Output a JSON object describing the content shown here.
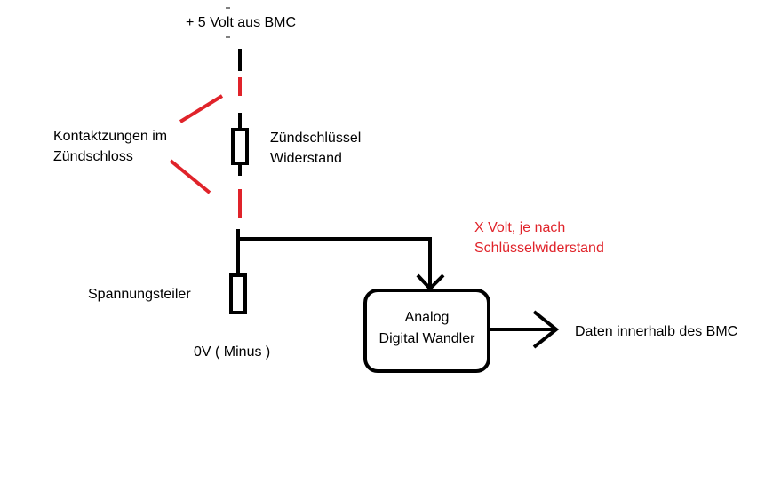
{
  "labels": {
    "supply": "+ 5 Volt aus  BMC",
    "contacts_line1": "Kontaktzungen im",
    "contacts_line2": "Zündschloss",
    "key_resistor_line1": "Zündschlüssel",
    "key_resistor_line2": "Widerstand",
    "voltage_line1": "X Volt, je nach",
    "voltage_line2": "Schlüsselwiderstand",
    "divider": "Spannungsteiler",
    "ground": "0V ( Minus )",
    "adc_line1": "Analog",
    "adc_line2": "Digital Wandler",
    "output": "Daten innerhalb des BMC"
  },
  "colors": {
    "line": "#000000",
    "contact": "#e0232a",
    "highlight_text": "#e0232a"
  }
}
